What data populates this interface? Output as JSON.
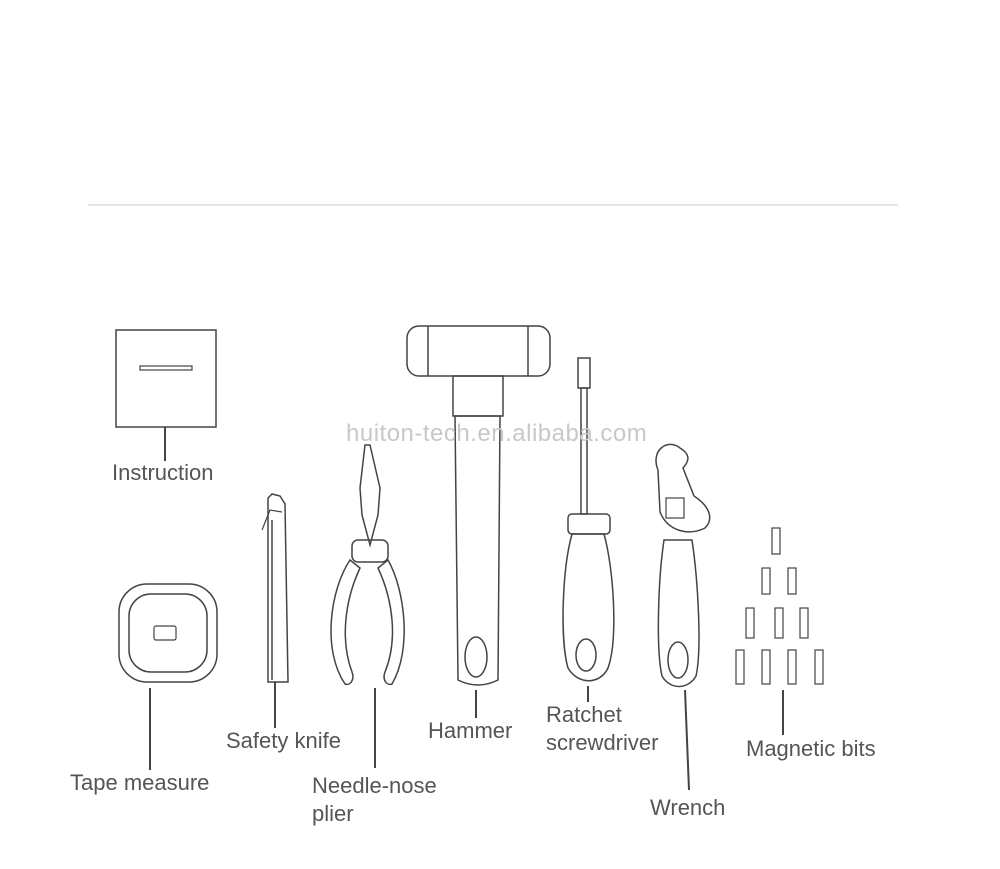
{
  "watermark": "huiton-tech.en.alibaba.com",
  "labels": {
    "instruction": "Instruction",
    "tape_measure": "Tape measure",
    "safety_knife": "Safety knife",
    "needle_nose_line1": "Needle-nose",
    "needle_nose_line2": "plier",
    "hammer": "Hammer",
    "ratchet_line1": "Ratchet",
    "ratchet_line2": "screwdriver",
    "wrench": "Wrench",
    "magnetic_bits": "Magnetic bits"
  },
  "colors": {
    "line": "#444444",
    "label": "#555555",
    "divider": "#dddddd",
    "watermark": "#c8c8c8"
  }
}
